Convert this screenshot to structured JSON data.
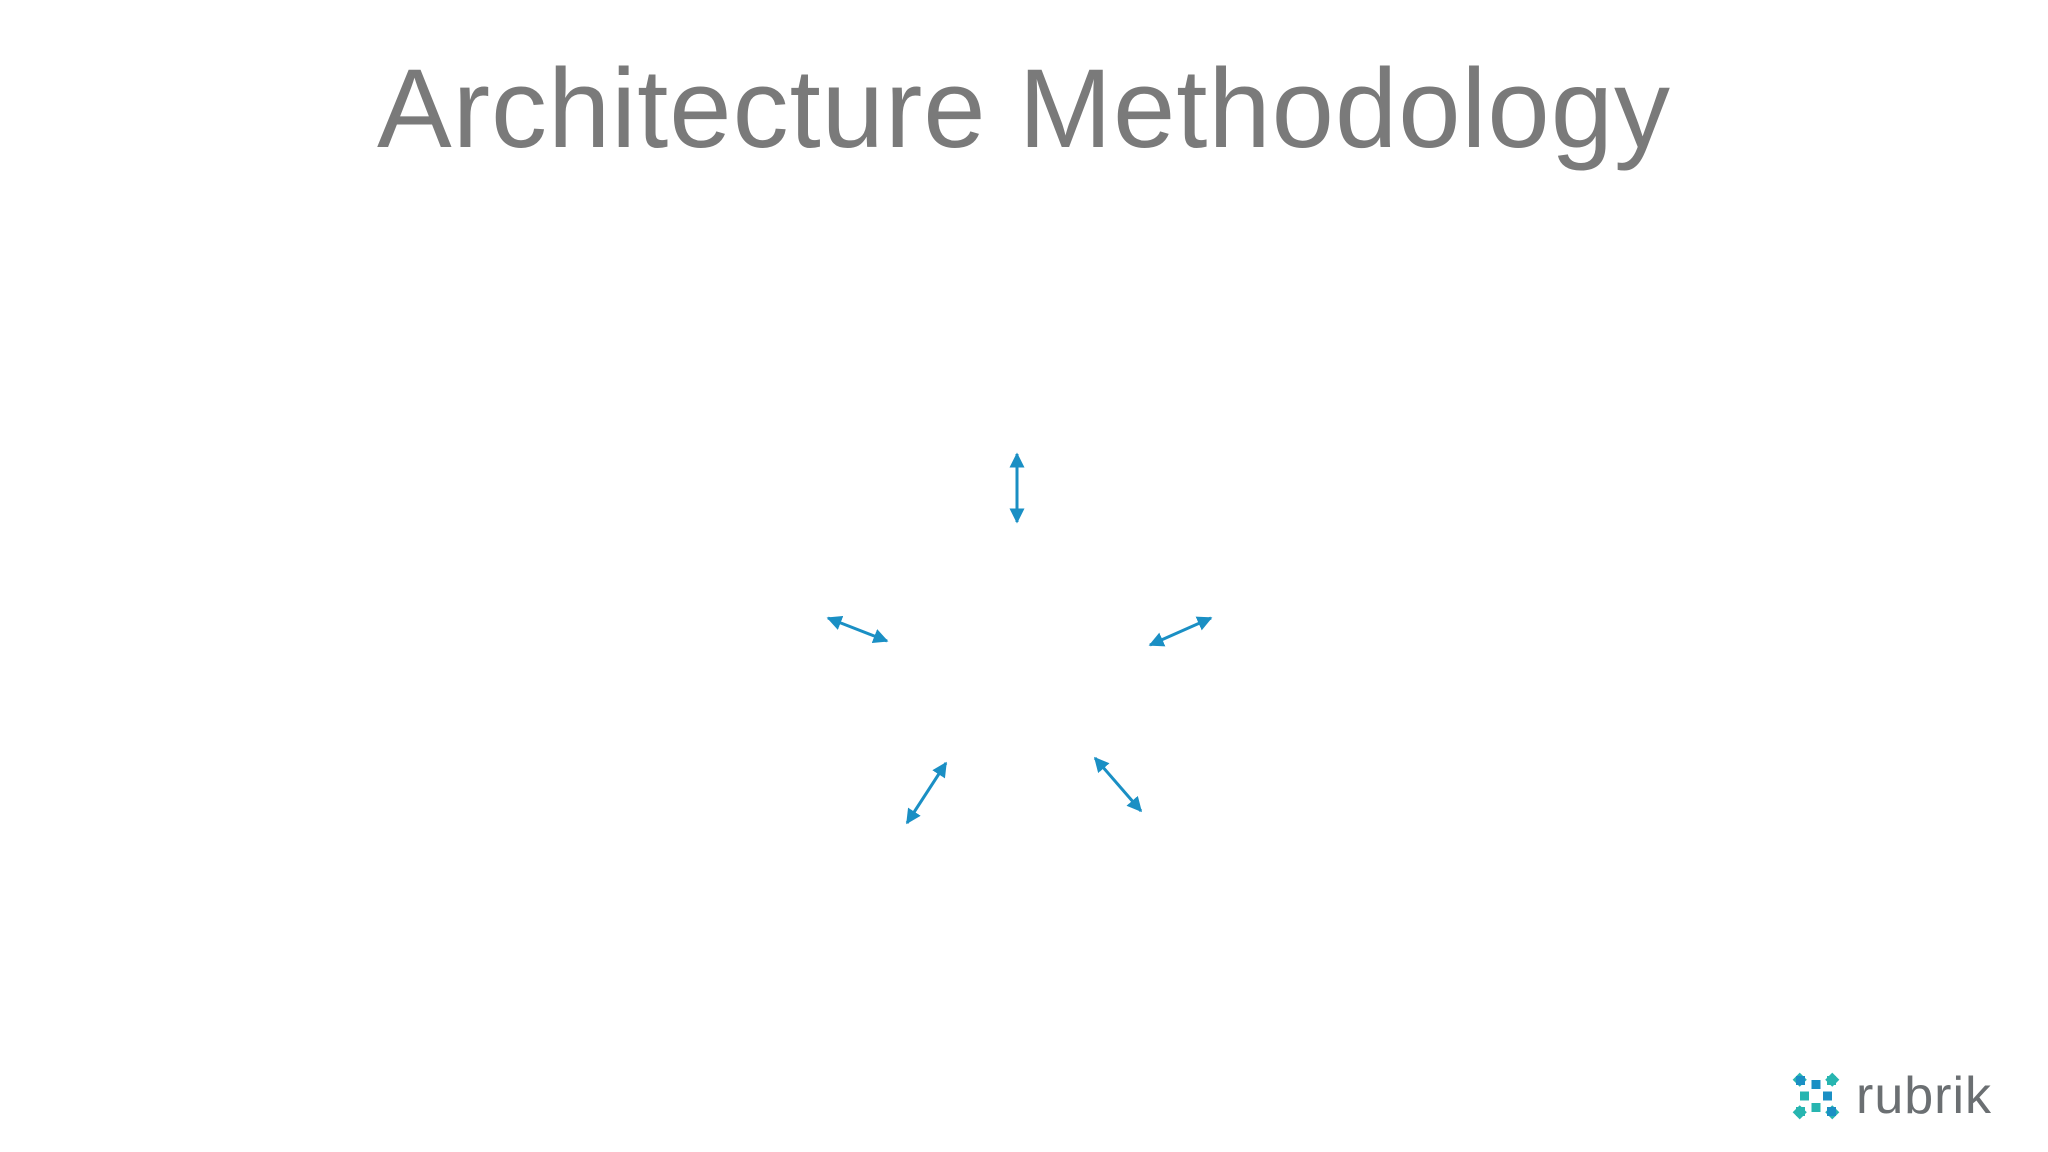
{
  "slide": {
    "title": "Architecture Methodology"
  },
  "diagram": {
    "arrow_color": "#1a8fc4",
    "arrows": [
      {
        "name": "arrow-top"
      },
      {
        "name": "arrow-left"
      },
      {
        "name": "arrow-right"
      },
      {
        "name": "arrow-bottom-left"
      },
      {
        "name": "arrow-bottom-right"
      }
    ]
  },
  "logo": {
    "text": "rubrik",
    "icon": "rubrik-logo-icon",
    "colors": [
      "#27b5b0",
      "#1a8fc4"
    ]
  }
}
